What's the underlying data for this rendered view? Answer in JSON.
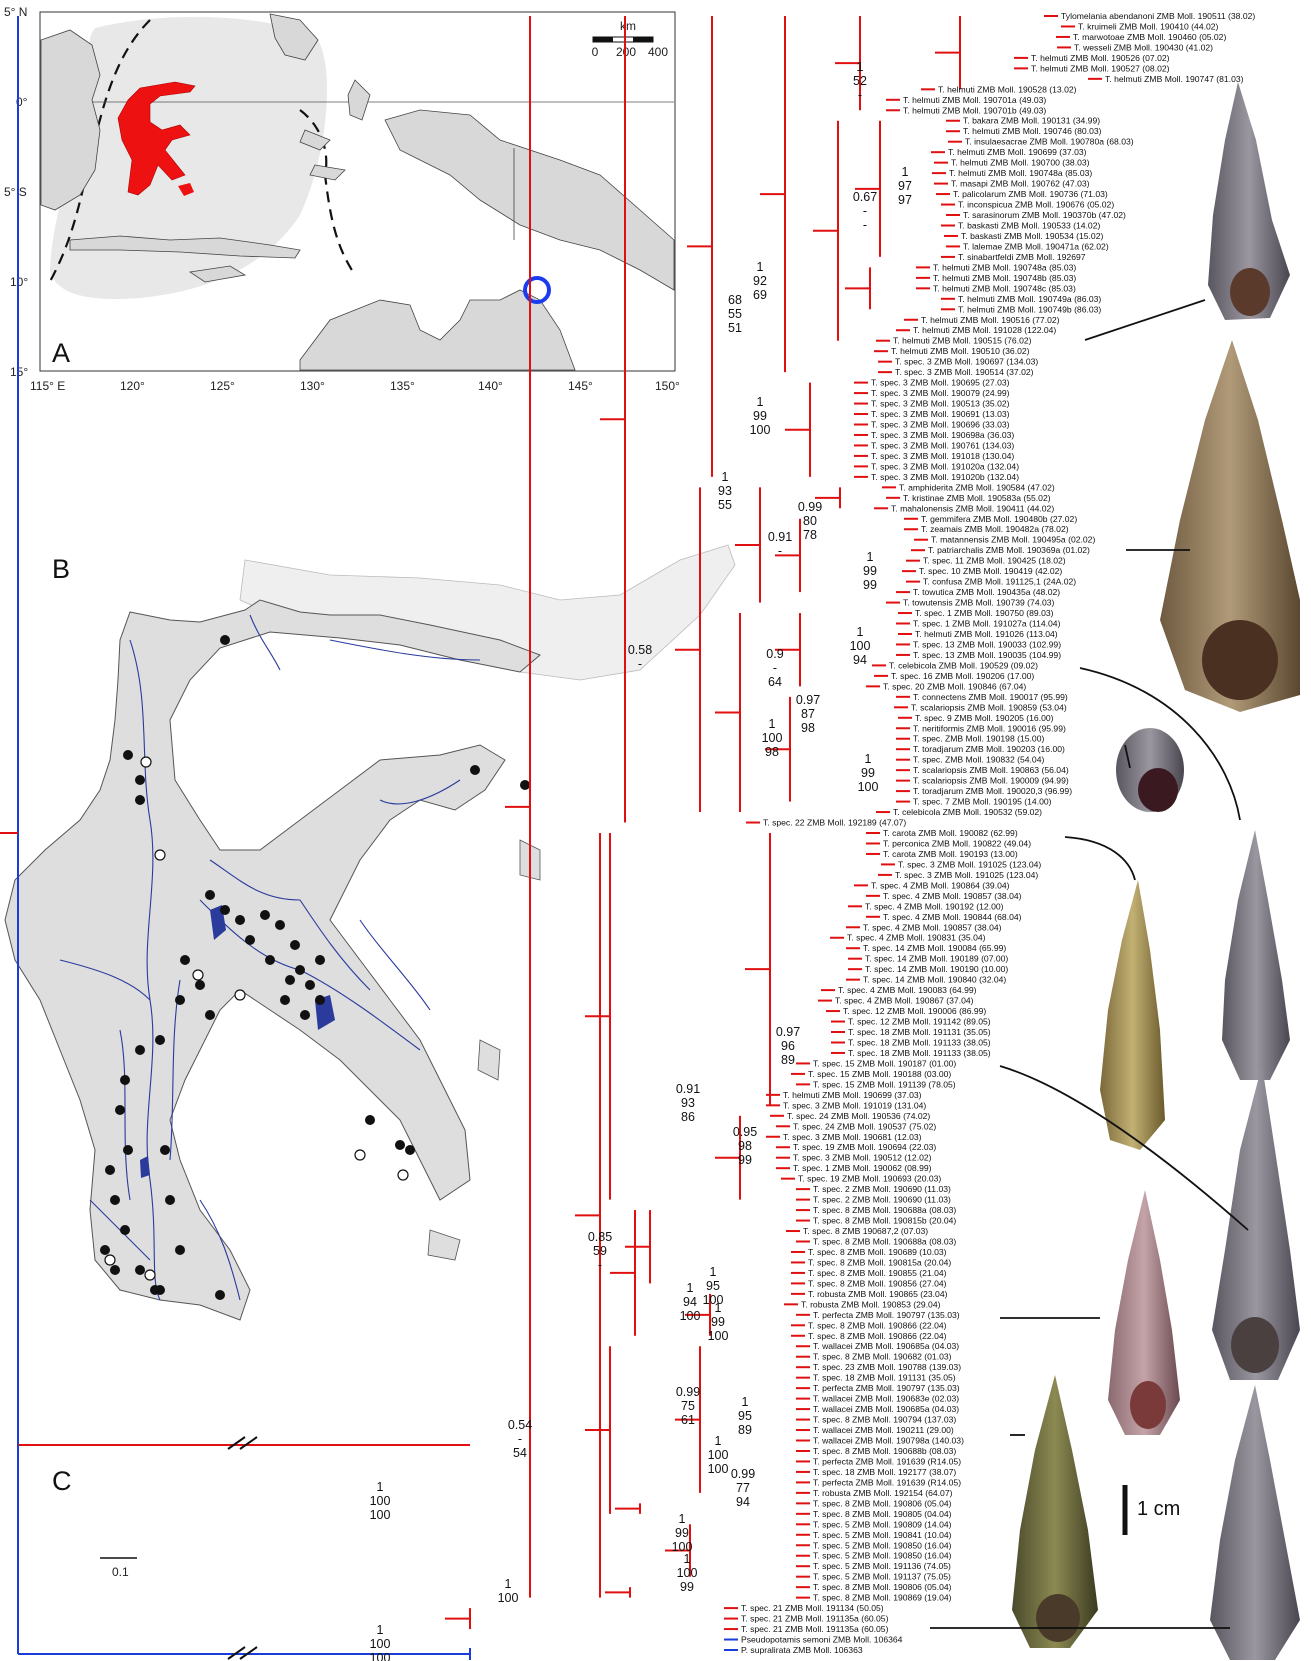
{
  "panels": {
    "a": "A",
    "b": "B",
    "c": "C"
  },
  "map": {
    "lat_labels": [
      "5° N",
      "0°",
      "5° S",
      "10°",
      "15°"
    ],
    "lon_labels": [
      "115° E",
      "120°",
      "125°",
      "130°",
      "135°",
      "140°",
      "145°",
      "150°"
    ],
    "scale_unit": "km",
    "scale_ticks": [
      "0",
      "200",
      "400"
    ],
    "colors": {
      "sulawesi": "#ee1111",
      "marker": "#1a3cf0",
      "shaded": "#e8e8e8",
      "land": "#d8d8d8"
    }
  },
  "tree": {
    "colors": {
      "ingroup": "#e01010",
      "outgroup": "#1a3cd8"
    },
    "tip_labels": [
      "Tylomelania abendanoni ZMB Moll. 190511 (38.02)",
      "T. kruimeli ZMB Moll. 190410 (44.02)",
      "T. marwotoae ZMB Moll. 190460 (05.02)",
      "T. wesseli ZMB Moll. 190430 (41.02)",
      "T. helmuti ZMB Moll. 190526 (07.02)",
      "T. helmuti ZMB Moll. 190527 (08.02)",
      "T. helmuti ZMB Moll. 190747 (81.03)",
      "T. helmuti ZMB Moll. 190528 (13.02)",
      "T. helmuti ZMB Moll. 190701a (49.03)",
      "T. helmuti ZMB Moll. 190701b (49.03)",
      "T. bakara ZMB Moll. 190131 (34.99)",
      "T. helmuti ZMB Moll. 190746 (80.03)",
      "T. insulaesacrae ZMB Moll. 190780a (68.03)",
      "T. helmuti ZMB Moll. 190699 (37.03)",
      "T. helmuti ZMB Moll. 190700 (38.03)",
      "T. helmuti ZMB Moll. 190748a (85.03)",
      "T. masapi ZMB Moll. 190762 (47.03)",
      "T. palicolarum ZMB Moll. 190736 (71.03)",
      "T. inconspicua ZMB Moll. 190676 (05.02)",
      "T. sarasinorum ZMB Moll. 190370b (47.02)",
      "T. baskasti ZMB Moll. 190533 (14.02)",
      "T. baskasti ZMB Moll. 190534 (15.02)",
      "T. lalemae ZMB Moll. 190471a (62.02)",
      "T. sinabartfeldi ZMB Moll. 192697",
      "T. helmuti ZMB Moll. 190748a (85.03)",
      "T. helmuti ZMB Moll. 190748b (85.03)",
      "T. helmuti ZMB Moll. 190748c (85.03)",
      "T. helmuti ZMB Moll. 190749a (86.03)",
      "T. helmuti ZMB Moll. 190749b (86.03)",
      "T. helmuti ZMB Moll. 190516 (77.02)",
      "T. helmuti ZMB Moll. 191028 (122.04)",
      "T. helmuti ZMB Moll. 190515 (76.02)",
      "T. helmuti ZMB Moll. 190510 (36.02)",
      "T. spec. 3 ZMB Moll. 190697 (134.03)",
      "T. spec. 3 ZMB Moll. 190514 (37.02)",
      "T. spec. 3 ZMB Moll. 190695 (27.03)",
      "T. spec. 3 ZMB Moll. 190079 (24.99)",
      "T. spec. 3 ZMB Moll. 190513 (35.02)",
      "T. spec. 3 ZMB Moll. 190691 (13.03)",
      "T. spec. 3 ZMB Moll. 190696 (33.03)",
      "T. spec. 3 ZMB Moll. 190698a (36.03)",
      "T. spec. 3 ZMB Moll. 190761 (134.03)",
      "T. spec. 3 ZMB Moll. 191018 (130.04)",
      "T. spec. 3 ZMB Moll. 191020a (132.04)",
      "T. spec. 3 ZMB Moll. 191020b (132.04)",
      "T. amphiderita ZMB Moll. 190584 (47.02)",
      "T. kristinae ZMB Moll. 190583a (55.02)",
      "T. mahalonensis ZMB Moll. 190411 (44.02)",
      "T. gemmifera ZMB Moll. 190480b (27.02)",
      "T. zeamais ZMB Moll. 190482a (78.02)",
      "T. matannensis ZMB Moll. 190495a (02.02)",
      "T. patriarchalis ZMB Moll. 190369a (01.02)",
      "T. spec. 11 ZMB Moll. 190425 (18.02)",
      "T. spec. 10 ZMB Moll. 190419 (42.02)",
      "T. confusa ZMB Moll. 191125,1 (24A.02)",
      "T. towutica ZMB Moll. 190435a (48.02)",
      "T. towutensis ZMB Moll. 190739 (74.03)",
      "T. spec. 1 ZMB Moll. 190750 (89.03)",
      "T. spec. 1 ZMB Moll. 191027a (114.04)",
      "T. helmuti ZMB Moll. 191026 (113.04)",
      "T. spec. 13 ZMB Moll. 190033 (102.99)",
      "T. spec. 13 ZMB Moll. 190035 (104.99)",
      "T. celebicola ZMB Moll. 190529 (09.02)",
      "T. spec. 16 ZMB Moll. 190206 (17.00)",
      "T. spec. 20 ZMB Moll. 190846 (67.04)",
      "T. connectens ZMB Moll. 190017 (95.99)",
      "T. scalariopsis ZMB Moll. 190859 (53.04)",
      "T. spec. 9 ZMB Moll. 190205 (16.00)",
      "T. neritiformis ZMB Moll. 190016 (95.99)",
      "T. spec. ZMB Moll. 190198 (15.00)",
      "T. toradjarum ZMB Moll. 190203 (16.00)",
      "T. spec. ZMB Moll. 190832 (54.04)",
      "T. scalariopsis ZMB Moll. 190863 (56.04)",
      "T. scalariopsis ZMB Moll. 190009 (94.99)",
      "T. toradjarum ZMB Moll. 190020,3 (96.99)",
      "T. spec. 7 ZMB Moll. 190195 (14.00)",
      "T. celebicola ZMB Moll. 190532 (59.02)",
      "T. spec. 22 ZMB Moll. 192189 (47.07)",
      "T. carota ZMB Moll. 190082 (62.99)",
      "T. perconica ZMB Moll. 190822 (49.04)",
      "T. carota ZMB Moll. 190193 (13.00)",
      "T. spec. 3 ZMB Moll. 191025 (123.04)",
      "T. spec. 3 ZMB Moll. 191025 (123.04)",
      "T. spec. 4 ZMB Moll. 190864 (39.04)",
      "T. spec. 4 ZMB Moll. 190857 (38.04)",
      "T. spec. 4 ZMB Moll. 190192 (12.00)",
      "T. spec. 4 ZMB Moll. 190844 (68.04)",
      "T. spec. 4 ZMB Moll. 190857 (38.04)",
      "T. spec. 4 ZMB Moll. 190831 (35.04)",
      "T. spec. 14 ZMB Moll. 190084 (65.99)",
      "T. spec. 14 ZMB Moll. 190189 (07.00)",
      "T. spec. 14 ZMB Moll. 190190 (10.00)",
      "T. spec. 14 ZMB Moll. 190840 (32.04)",
      "T. spec. 4 ZMB Moll. 190083 (64.99)",
      "T. spec. 4 ZMB Moll. 190867 (37.04)",
      "T. spec. 12 ZMB Moll. 190006 (86.99)",
      "T. spec. 12 ZMB Moll. 191142 (89.05)",
      "T. spec. 18 ZMB Moll. 191131 (35.05)",
      "T. spec. 18 ZMB Moll. 191133 (38.05)",
      "T. spec. 18 ZMB Moll. 191133 (38.05)",
      "T. spec. 15 ZMB Moll. 190187 (01.00)",
      "T. spec. 15 ZMB Moll. 190188 (03.00)",
      "T. spec. 15 ZMB Moll. 191139 (78.05)",
      "T. helmuti ZMB Moll. 190699 (37.03)",
      "T. spec. 3 ZMB Moll. 191019 (131.04)",
      "T. spec. 24 ZMB Moll. 190536 (74.02)",
      "T. spec. 24 ZMB Moll. 190537 (75.02)",
      "T. spec. 3 ZMB Moll. 190681 (12.03)",
      "T. spec. 19 ZMB Moll. 190694 (22.03)",
      "T. spec. 3 ZMB Moll. 190512 (12.02)",
      "T. spec. 1 ZMB Moll. 190062 (08.99)",
      "T. spec. 19 ZMB Moll. 190693 (20.03)",
      "T. spec. 2 ZMB Moll. 190690 (11.03)",
      "T. spec. 2 ZMB Moll. 190690 (11.03)",
      "T. spec. 8 ZMB Moll. 190688a (08.03)",
      "T. spec. 8 ZMB Moll. 190815b (20.04)",
      "T. spec. 8 ZMB 190687,2 (07.03)",
      "T. spec. 8 ZMB Moll. 190688a (08.03)",
      "T. spec. 8 ZMB Moll. 190689 (10.03)",
      "T. spec. 8 ZMB Moll. 190815a (20.04)",
      "T. spec. 8 ZMB Moll. 190855 (21.04)",
      "T. spec. 8 ZMB Moll. 190856 (27.04)",
      "T. robusta ZMB Moll. 190865 (23.04)",
      "T. robusta ZMB Moll. 190853 (29.04)",
      "T. perfecta ZMB Moll. 190797 (135.03)",
      "T. spec. 8 ZMB Moll. 190866 (22.04)",
      "T. spec. 8 ZMB Moll. 190866 (22.04)",
      "T. wallacei ZMB Moll. 190685a (04.03)",
      "T. spec. 8 ZMB Moll. 190682 (01.03)",
      "T. spec. 23 ZMB Moll. 190788 (139.03)",
      "T. spec. 18 ZMB Moll. 191131 (35.05)",
      "T. perfecta ZMB Moll. 190797 (135.03)",
      "T. wallacei ZMB Moll. 190683e (02.03)",
      "T. wallacei ZMB Moll. 190685a (04.03)",
      "T. spec. 8 ZMB Moll. 190794 (137.03)",
      "T. wallacei ZMB Moll. 190211 (29.00)",
      "T. wallacei ZMB Moll. 190798a (140.03)",
      "T. spec. 8 ZMB Moll. 190688b (08.03)",
      "T. perfecta ZMB Moll. 191639 (R14.05)",
      "T. spec. 18 ZMB Moll. 192177 (38.07)",
      "T. perfecta ZMB Moll. 191639 (R14.05)",
      "T. robusta ZMB Moll. 192154 (64.07)",
      "T. spec. 8 ZMB Moll. 190806 (05.04)",
      "T. spec. 8 ZMB Moll. 190805 (04.04)",
      "T. spec. 5 ZMB Moll. 190809 (14.04)",
      "T. spec. 5 ZMB Moll. 190841 (10.04)",
      "T. spec. 5 ZMB Moll. 190850 (16.04)",
      "T. spec. 5 ZMB Moll. 190850 (16.04)",
      "T. spec. 5 ZMB Moll. 191136 (74.05)",
      "T. spec. 5 ZMB Moll. 191137 (75.05)",
      "T. spec. 8 ZMB Moll. 190806 (05.04)",
      "T. spec. 8 ZMB Moll. 190869 (19.04)",
      "T. spec. 21 ZMB Moll. 191134 (50.05)",
      "T. spec. 21 ZMB Moll. 191135a (60.05)",
      "T. spec. 21 ZMB Moll. 191135a (60.05)",
      "Pseudopotamis semoni ZMB Moll. 106364",
      "P. supralirata ZMB Moll. 106363"
    ],
    "support_values": [
      {
        "top": "1",
        "mid": "52",
        "bot": "-"
      },
      {
        "top": "1",
        "mid": "97",
        "bot": "97"
      },
      {
        "top": "0.67",
        "mid": "-",
        "bot": "-"
      },
      {
        "top": "1",
        "mid": "92",
        "bot": "69"
      },
      {
        "top": "68",
        "mid": "55",
        "bot": "51"
      },
      {
        "top": "1",
        "mid": "99",
        "bot": "100"
      },
      {
        "top": "1",
        "mid": "93",
        "bot": "55"
      },
      {
        "top": "0.99",
        "mid": "80",
        "bot": "78"
      },
      {
        "top": "0.91",
        "mid": "-",
        "bot": ""
      },
      {
        "top": "1",
        "mid": "99",
        "bot": "99"
      },
      {
        "top": "1",
        "mid": "100",
        "bot": "94"
      },
      {
        "top": "0.9",
        "mid": "-",
        "bot": "64"
      },
      {
        "top": "0.58",
        "mid": "-",
        "bot": ""
      },
      {
        "top": "0.97",
        "mid": "87",
        "bot": "98"
      },
      {
        "top": "1",
        "mid": "100",
        "bot": "98"
      },
      {
        "top": "1",
        "mid": "99",
        "bot": "100"
      },
      {
        "top": "0.97",
        "mid": "96",
        "bot": "89"
      },
      {
        "top": "0.91",
        "mid": "93",
        "bot": "86"
      },
      {
        "top": "0.95",
        "mid": "98",
        "bot": "99"
      },
      {
        "top": "0.85",
        "mid": "59",
        "bot": "-"
      },
      {
        "top": "1",
        "mid": "95",
        "bot": "100"
      },
      {
        "top": "1",
        "mid": "94",
        "bot": "100"
      },
      {
        "top": "1",
        "mid": "99",
        "bot": "100"
      },
      {
        "top": "0.99",
        "mid": "75",
        "bot": "61"
      },
      {
        "top": "1",
        "mid": "95",
        "bot": "89"
      },
      {
        "top": "1",
        "mid": "100",
        "bot": "100"
      },
      {
        "top": "0.99",
        "mid": "77",
        "bot": "94"
      },
      {
        "top": "0.54",
        "mid": "-",
        "bot": "54"
      },
      {
        "top": "1",
        "mid": "100",
        "bot": "100"
      },
      {
        "top": "1",
        "mid": "99",
        "bot": "100"
      },
      {
        "top": "1",
        "mid": "100",
        "bot": "99"
      },
      {
        "top": "1",
        "mid": "100",
        "bot": ""
      },
      {
        "top": "1",
        "mid": "100",
        "bot": "100"
      }
    ],
    "scale_bar": "0.1",
    "shell_scale": "1 cm"
  }
}
